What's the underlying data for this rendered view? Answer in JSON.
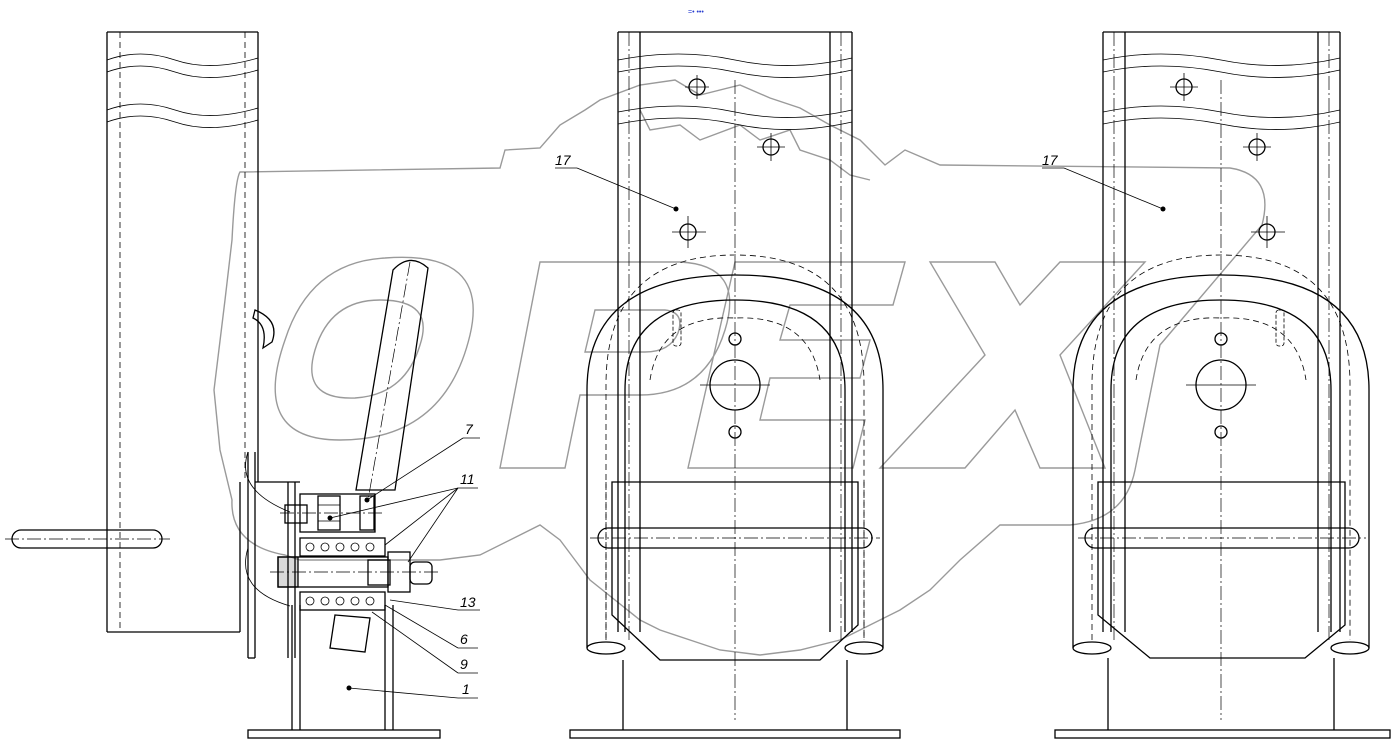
{
  "header": {
    "note": "=• •••"
  },
  "watermark": {
    "text": "OPEX",
    "color": "#9a9a9a"
  },
  "callouts": {
    "c17a": "17",
    "c17b": "17",
    "c7": "7",
    "c11": "11",
    "c13": "13",
    "c6": "6",
    "c9": "9",
    "c1": "1"
  },
  "colors": {
    "line": "#000000",
    "watermark": "#9a9a9a",
    "note": "#2a3fd0"
  }
}
